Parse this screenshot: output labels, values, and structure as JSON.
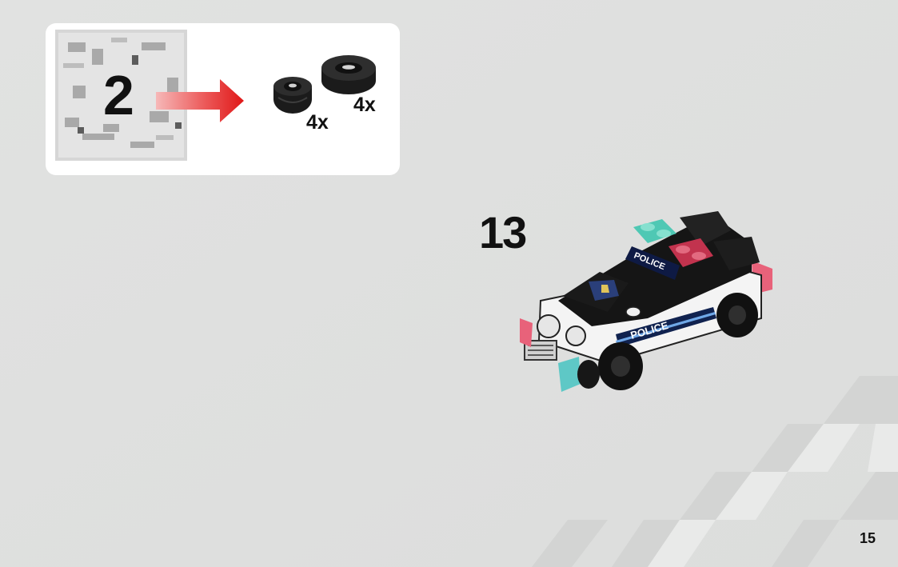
{
  "bag_callout": {
    "bag_number": "2"
  },
  "parts": [
    {
      "name": "small tire",
      "quantity": "4x"
    },
    {
      "name": "large tire",
      "quantity": "4x"
    }
  ],
  "step": {
    "number": "13"
  },
  "car_labels": {
    "roof": "POLICE",
    "side": "POLICE"
  },
  "page": {
    "number": "15"
  }
}
